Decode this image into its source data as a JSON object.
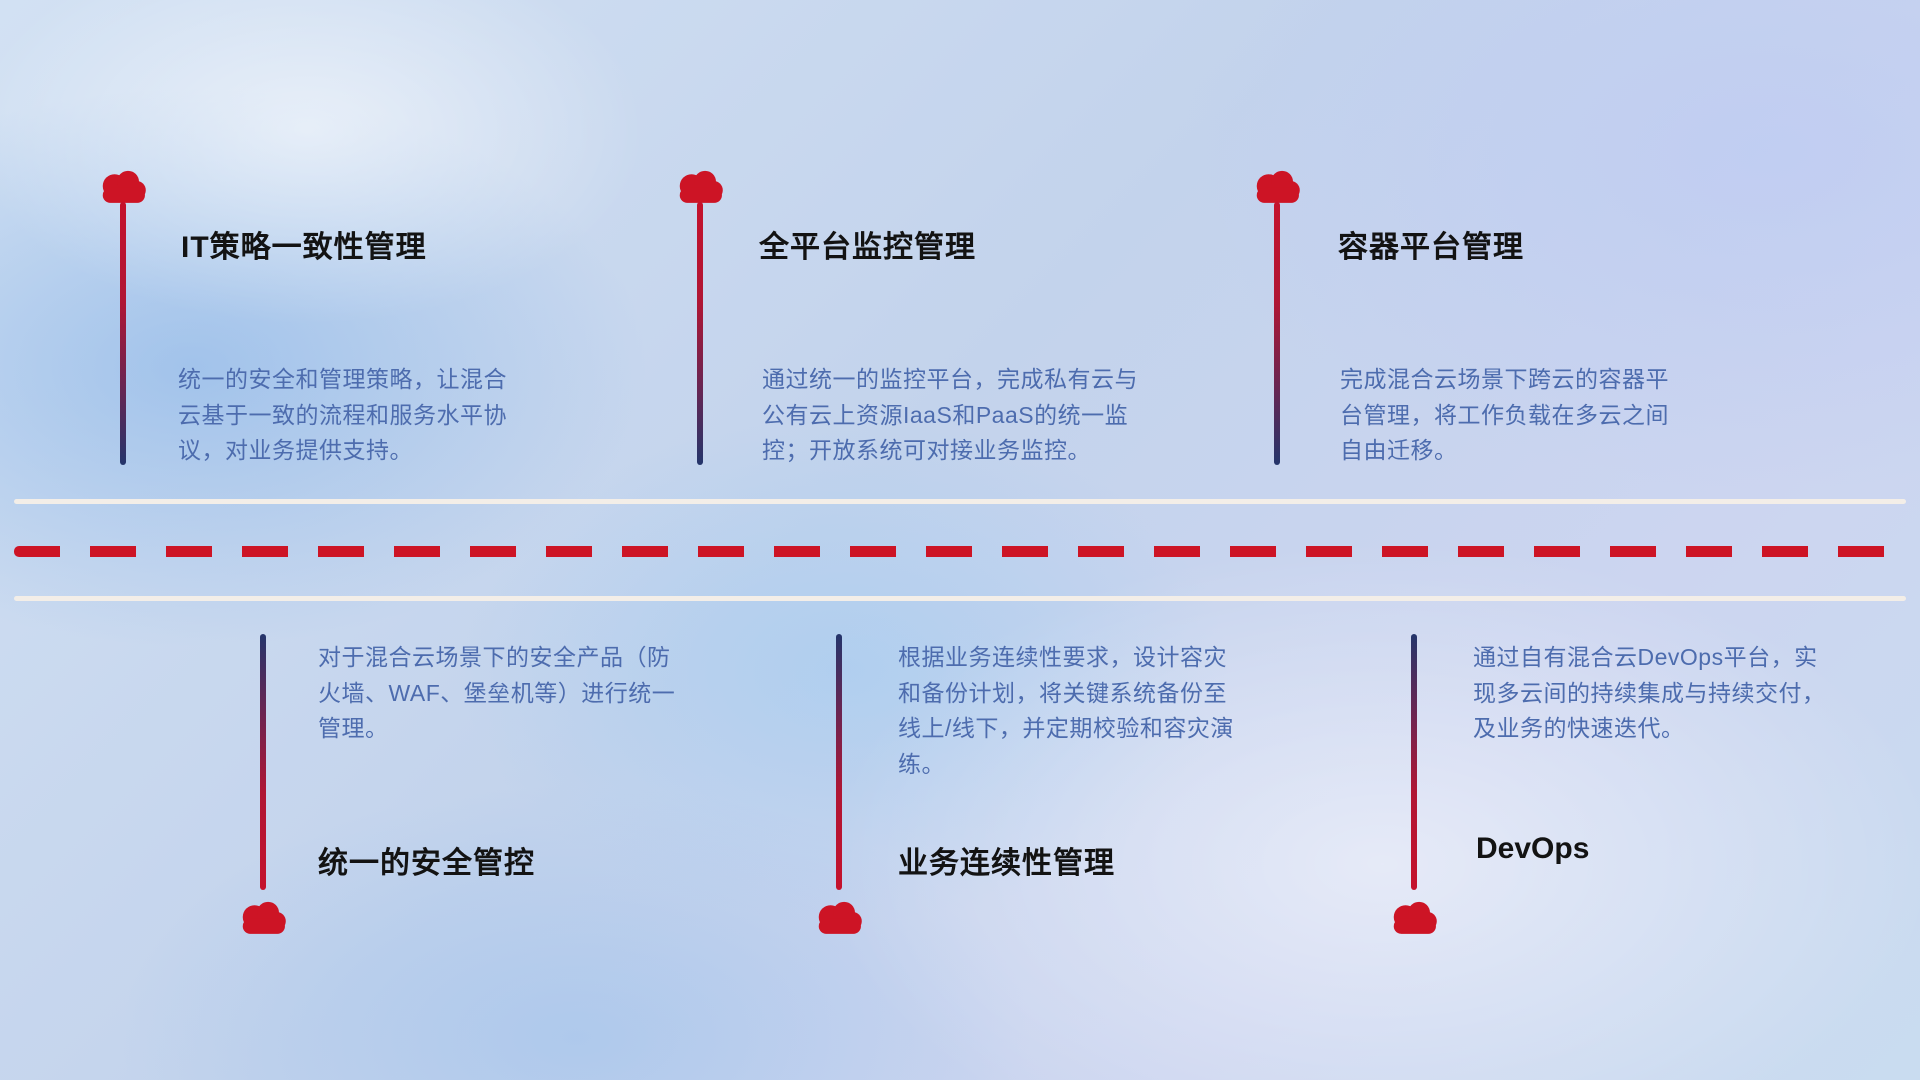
{
  "colors": {
    "accent_red": "#cd1425",
    "navy": "#24356b",
    "title_color": "#131313",
    "desc_color": "#4d6cae",
    "divider_white": "#f3eee8"
  },
  "top_items": [
    {
      "icon": "cloud-icon",
      "title": "IT策略一致性管理",
      "desc": "统一的安全和管理策略，让混合云基于一致的流程和服务水平协议，对业务提供支持。"
    },
    {
      "icon": "cloud-icon",
      "title": "全平台监控管理",
      "desc": "通过统一的监控平台，完成私有云与公有云上资源IaaS和PaaS的统一监控；开放系统可对接业务监控。"
    },
    {
      "icon": "cloud-icon",
      "title": "容器平台管理",
      "desc": "完成混合云场景下跨云的容器平台管理，将工作负载在多云之间自由迁移。"
    }
  ],
  "bottom_items": [
    {
      "icon": "cloud-icon",
      "title": "统一的安全管控",
      "desc": "对于混合云场景下的安全产品（防火墙、WAF、堡垒机等）进行统一管理。"
    },
    {
      "icon": "cloud-icon",
      "title": "业务连续性管理",
      "desc": "根据业务连续性要求，设计容灾和备份计划，将关键系统备份至线上/线下，并定期校验和容灾演练。"
    },
    {
      "icon": "cloud-icon",
      "title": "DevOps",
      "desc": "通过自有混合云DevOps平台，实现多云间的持续集成与持续交付，及业务的快速迭代。"
    }
  ]
}
